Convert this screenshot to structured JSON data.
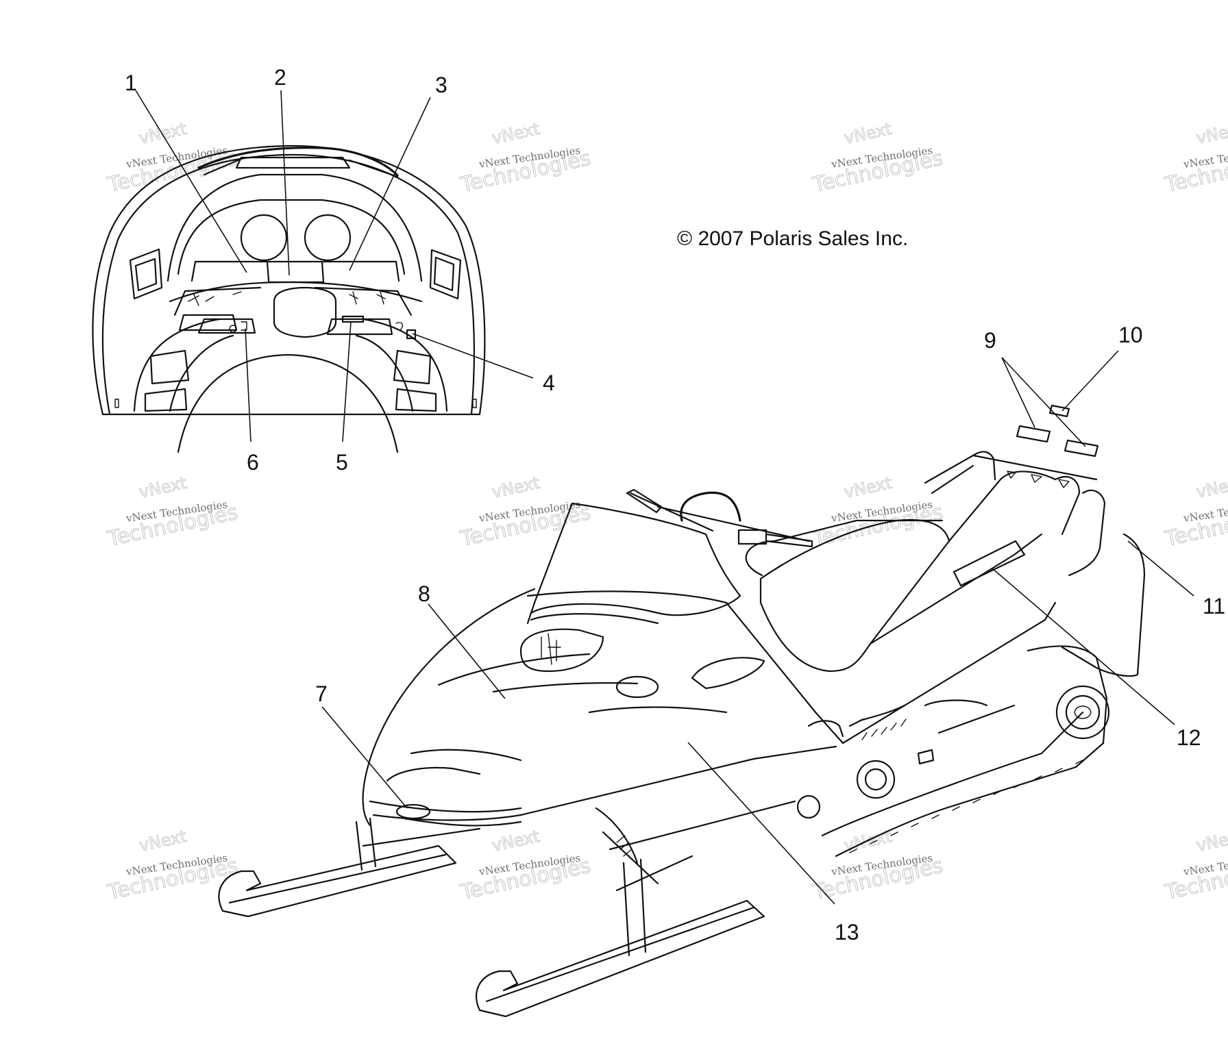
{
  "copyright": "© 2007 Polaris Sales Inc.",
  "watermark": {
    "line1": "vNext Technologies",
    "line2": "Technologies",
    "line3": "vNext"
  },
  "callouts": [
    "1",
    "2",
    "3",
    "4",
    "5",
    "6",
    "7",
    "8",
    "9",
    "10",
    "11",
    "12",
    "13"
  ],
  "colors": {
    "ink": "#111111",
    "watermark": "#c9c9c9"
  }
}
